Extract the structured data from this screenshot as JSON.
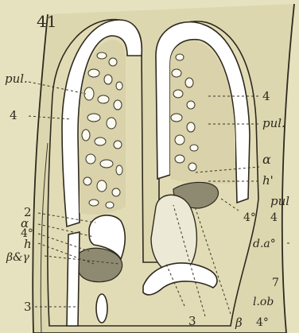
{
  "figure": {
    "number": "41",
    "labels": {
      "pul_top_left": "pul.",
      "four_left": "4",
      "four_right": "4",
      "pul_right": "pul.",
      "alpha_right": "α",
      "h_prime": "h'",
      "pul_far_right": "pul",
      "four_deg_right": "4°",
      "four_far_right": "4",
      "two": "2",
      "alpha_left": "α",
      "four_deg_left": "4°",
      "h_left": "h",
      "beta_gamma": "β&γ",
      "three_left": "3",
      "three_bottom": "3",
      "beta_bottom": "β",
      "da": "d.a°",
      "seven": "7",
      "lob": "l.ob",
      "four_deg_bottom": "4°"
    }
  }
}
